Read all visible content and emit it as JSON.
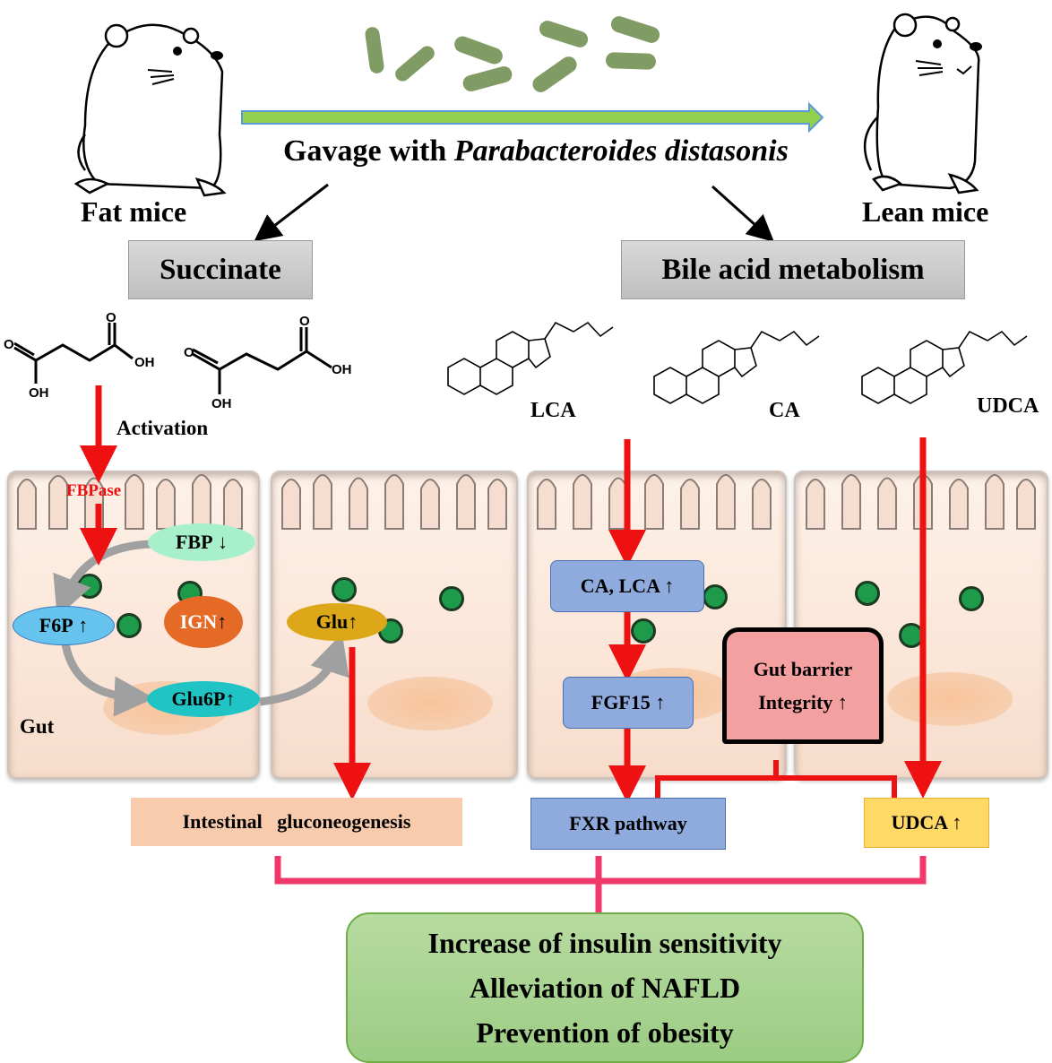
{
  "header": {
    "left_subject": "Fat mice",
    "right_subject": "Lean mice",
    "treatment_prefix": "Gavage with",
    "treatment_organism": "Parabacteroides distasonis"
  },
  "branches": {
    "left": "Succinate",
    "right": "Bile acid metabolism"
  },
  "succinate": {
    "atoms": {
      "o": "O",
      "oh": "OH"
    },
    "activation_label": "Activation",
    "enzyme_label": "FBPase"
  },
  "bile_acids": [
    {
      "name": "LCA"
    },
    {
      "name": "CA"
    },
    {
      "name": "UDCA"
    }
  ],
  "gut_left": {
    "region_label": "Gut",
    "metabolites": {
      "fbp": "FBP",
      "f6p": "F6P",
      "ign": "IGN",
      "glu6p": "Glu6P",
      "glu": "Glu"
    },
    "arrows": {
      "up": "↑",
      "down": "↓"
    }
  },
  "gut_right": {
    "ca_lca": "CA, LCA ↑",
    "fgf15": "FGF15 ↑",
    "barrier_line1": "Gut barrier",
    "barrier_line2": "Integrity ↑"
  },
  "outcomes_row": {
    "ign": "Intestinal   gluconeogenesis",
    "fxr": "FXR pathway",
    "udca": "UDCA ↑"
  },
  "result": {
    "lines": [
      "Increase of insulin sensitivity",
      "Alleviation of NAFLD",
      "Prevention of obesity"
    ]
  },
  "colors": {
    "red_arrow": "#ee1111",
    "pink_bracket": "#f0386b",
    "green_arrow_fill": "#92d050",
    "green_arrow_border": "#5b9bd5",
    "result_box": "#a9d18e",
    "fxr_box": "#8faadc",
    "udca_box": "#ffd966",
    "ign_box": "#f8cbad",
    "barrier_box": "#f4a0a0"
  }
}
